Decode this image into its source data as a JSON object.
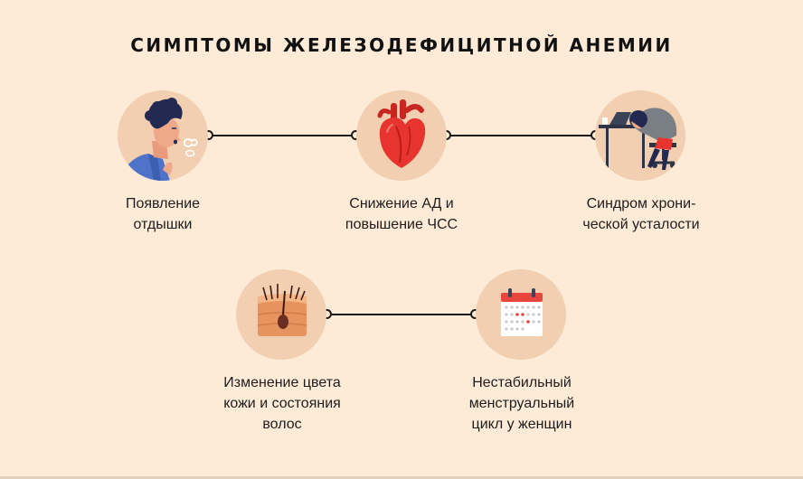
{
  "title": "СИМПТОМЫ ЖЕЛЕЗОДЕФИЦИТНОЙ АНЕМИИ",
  "colors": {
    "background": "#fdebd7",
    "circle": "#f2cfb1",
    "connector": "#1a1a1a",
    "heart": "#e8342f",
    "calendar_accent": "#e8453c"
  },
  "symptoms": [
    {
      "icon": "breathless-man-icon",
      "lines": [
        "Появление",
        "отдышки"
      ]
    },
    {
      "icon": "heart-icon",
      "lines": [
        "Снижение АД и",
        "повышение ЧСС"
      ]
    },
    {
      "icon": "tired-woman-at-desk-icon",
      "lines": [
        "Синдром хрони-",
        "ческой усталости"
      ]
    },
    {
      "icon": "skin-hair-icon",
      "lines": [
        "Изменение цвета",
        "кожи и состояния",
        "волос"
      ]
    },
    {
      "icon": "calendar-icon",
      "lines": [
        "Нестабильный",
        "менструальный",
        "цикл у женщин"
      ]
    }
  ]
}
